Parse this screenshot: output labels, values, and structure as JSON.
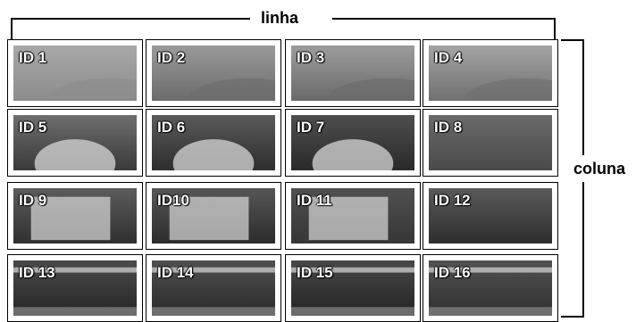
{
  "labels": {
    "row": "linha",
    "column": "coluna"
  },
  "tiles": [
    {
      "id": "ID 1"
    },
    {
      "id": "ID 2"
    },
    {
      "id": "ID 3"
    },
    {
      "id": "ID 4"
    },
    {
      "id": "ID 5"
    },
    {
      "id": "ID 6"
    },
    {
      "id": "ID 7"
    },
    {
      "id": "ID 8"
    },
    {
      "id": "ID 9"
    },
    {
      "id": "ID10"
    },
    {
      "id": "ID 11"
    },
    {
      "id": "ID 12"
    },
    {
      "id": "ID 13"
    },
    {
      "id": "ID 14"
    },
    {
      "id": "ID 15"
    },
    {
      "id": "ID 16"
    }
  ]
}
